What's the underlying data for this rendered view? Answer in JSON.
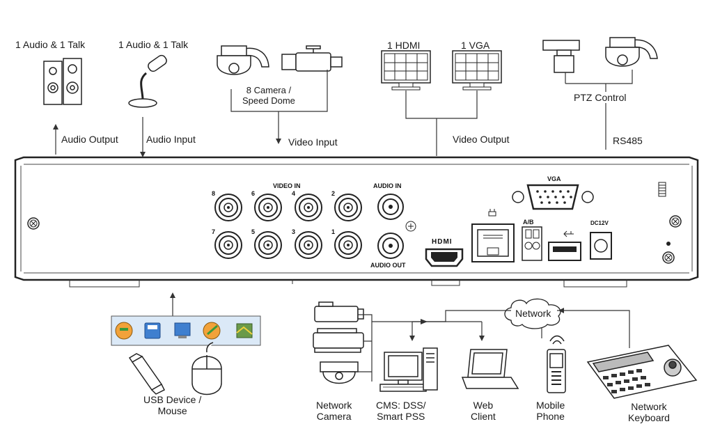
{
  "top_labels": {
    "audio_talk_1": "1 Audio  & 1 Talk",
    "audio_talk_2": "1 Audio & 1 Talk",
    "camera": "8 Camera /\nSpeed Dome",
    "hdmi": "1 HDMI",
    "vga": "1 VGA",
    "ptz": "PTZ Control"
  },
  "mid_labels": {
    "audio_output": "Audio  Output",
    "audio_input": "Audio  Input",
    "video_input": "Video Input",
    "video_output": "Video Output",
    "rs485": "RS485"
  },
  "panel": {
    "video_in": "VIDEO IN",
    "audio_in": "AUDIO IN",
    "audio_out": "AUDIO OUT",
    "vga": "VGA",
    "ab": "A/B",
    "dc": "DC12V",
    "hdmi": "HDMI",
    "bnc_top": [
      "8",
      "6",
      "4",
      "2"
    ],
    "bnc_bottom": [
      "7",
      "5",
      "3",
      "1"
    ]
  },
  "bottom_labels": {
    "usb": "USB Device /\nMouse",
    "network_camera": "Network\nCamera",
    "cms": "CMS: DSS/\nSmart PSS",
    "web_client": "Web\nClient",
    "mobile_phone": "Mobile\nPhone",
    "network_keyboard": "Network\nKeyboard",
    "network": "Network"
  },
  "colors": {
    "line": "#333333",
    "toolbar_bg": "#dbe9f7",
    "icon_orange": "#f2a23a",
    "icon_blue": "#3f7fcf"
  }
}
